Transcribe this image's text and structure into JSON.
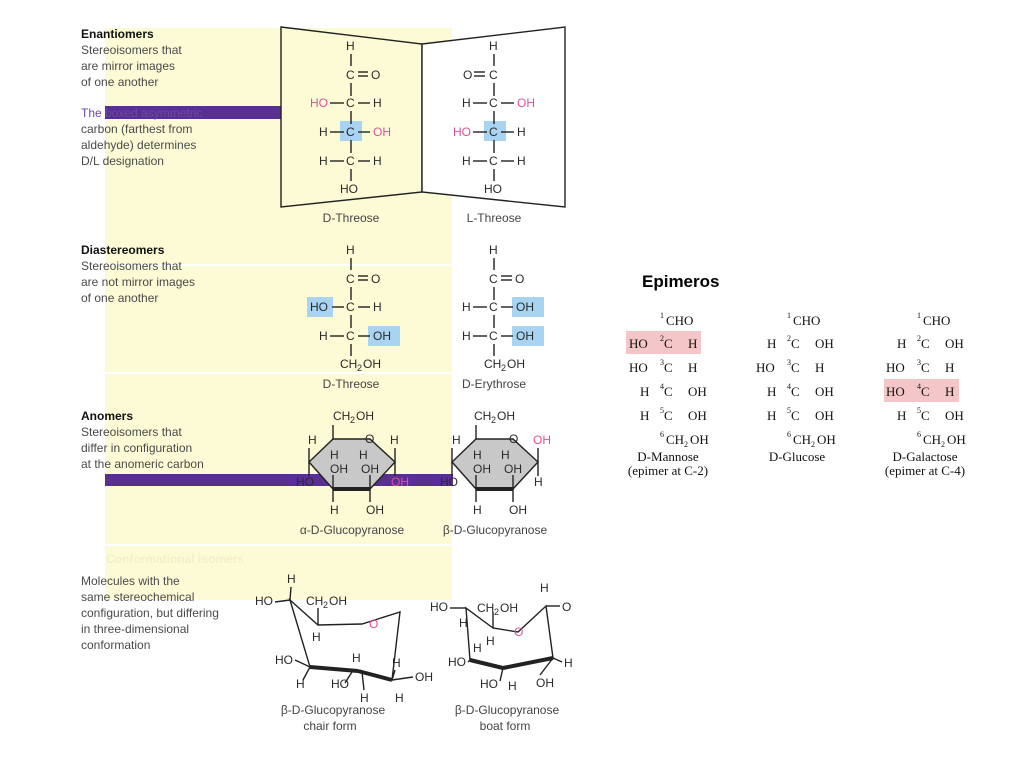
{
  "sections": {
    "enantiomers": {
      "title": "Enantiomers",
      "desc": [
        "Stereoisomers that",
        "are mirror images",
        "of one another"
      ],
      "boxed_note": [
        "The boxed asymmetric",
        "carbon (farthest from",
        "aldehyde) determines",
        "D/L designation"
      ]
    },
    "diastereomers": {
      "title": "Diastereomers",
      "desc": [
        "Stereoisomers that",
        "are not mirror images",
        "of one another"
      ]
    },
    "anomers": {
      "title": "Anomers",
      "desc": [
        "Stereoisomers that",
        "differ in configuration",
        "at the anomeric carbon"
      ]
    },
    "conformational": {
      "title": "Conformational isomers",
      "desc": [
        "Molecules with the",
        "same stereochemical",
        "configuration, but differing",
        "in three-dimensional",
        "conformation"
      ]
    }
  },
  "captions": {
    "d_threose": "D-Threose",
    "l_threose": "L-Threose",
    "d_threose_2": "D-Threose",
    "d_erythrose": "D-Erythrose",
    "alpha_glc": "α-D-Glucopyranose",
    "beta_glc": "β-D-Glucopyranose",
    "chair_1": "β-D-Glucopyranose",
    "chair_2": "chair form",
    "boat_1": "β-D-Glucopyranose",
    "boat_2": "boat form"
  },
  "epimeros": {
    "title": "Epimeros",
    "mannose_name": "D-Mannose",
    "mannose_note": "(epimer at C-2)",
    "glucose_name": "D-Glucose",
    "galactose_name": "D-Galactose",
    "galactose_note": "(epimer at C-4)"
  },
  "colors": {
    "yellow_panel": "#fdfbd6",
    "purple_bar": "#5a2f92",
    "blue_box": "#a8d4f2",
    "pink_text": "#e0509a",
    "pink_box": "#f4c6c8"
  }
}
